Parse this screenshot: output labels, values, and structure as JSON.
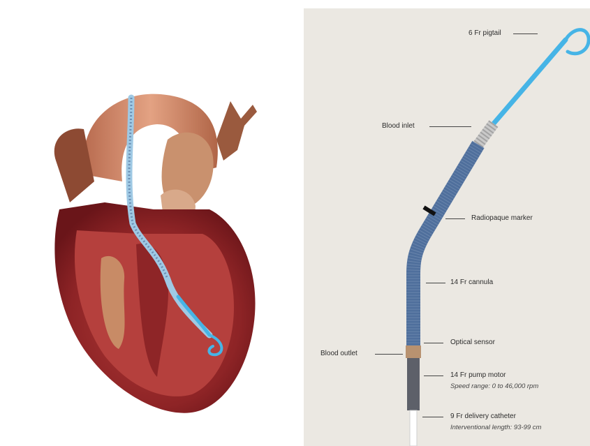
{
  "labels": {
    "pigtail": "6 Fr pigtail",
    "blood_inlet": "Blood inlet",
    "radiopaque_marker": "Radiopaque marker",
    "cannula": "14 Fr cannula",
    "optical_sensor": "Optical sensor",
    "blood_outlet": "Blood outlet",
    "pump_motor": "14 Fr pump motor",
    "speed_range": "Speed range: 0 to 46,000 rpm",
    "delivery_catheter": "9 Fr delivery catheter",
    "interventional_length": "Interventional length: 93-99 cm"
  },
  "colors": {
    "pigtail_blue": "#46b4e6",
    "cannula_blue": "#4f6f9c",
    "myocardium": "#9e2a2b",
    "aorta": "#c98263",
    "background_right": "#ebe8e2"
  }
}
